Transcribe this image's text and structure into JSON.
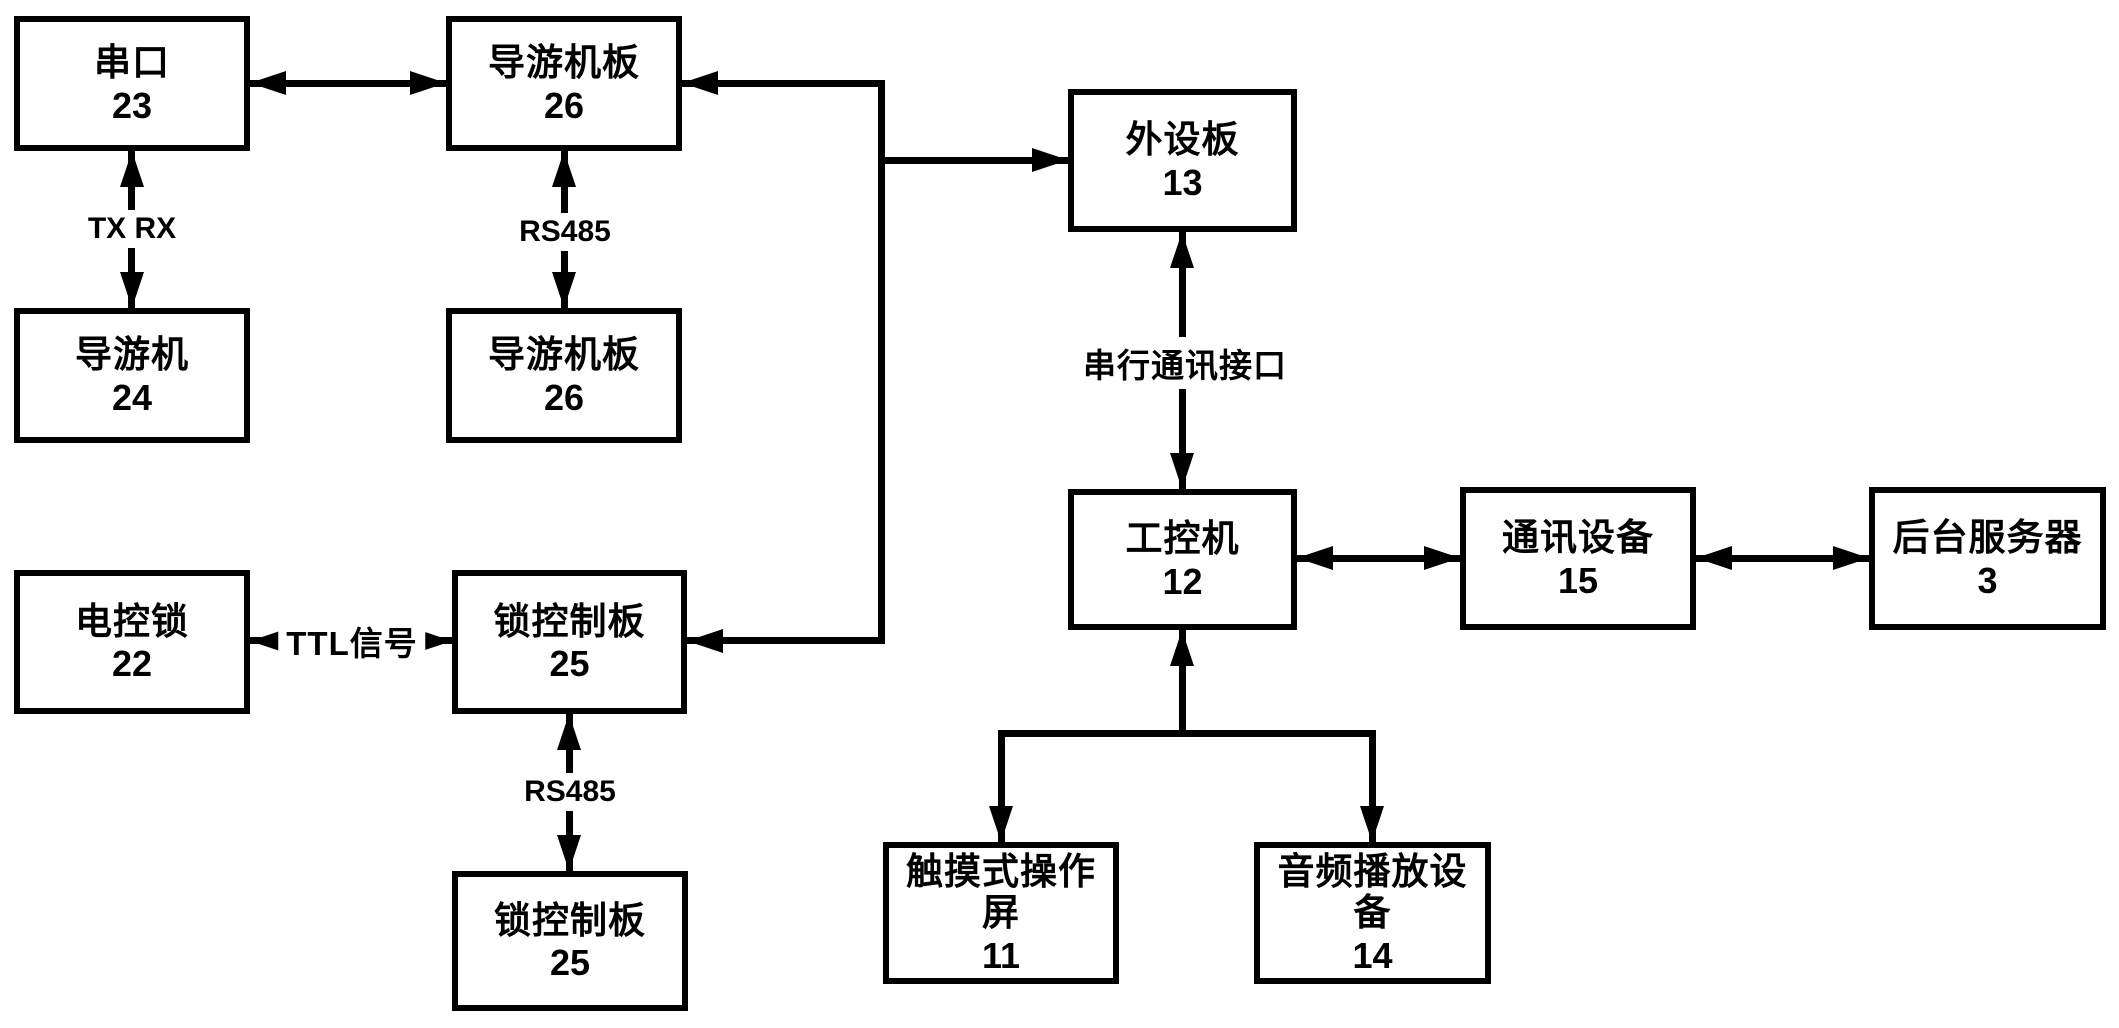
{
  "diagram": {
    "colors": {
      "background": "#ffffff",
      "line": "#000000",
      "text": "#000000"
    },
    "nodes": [
      {
        "id": "serial-port",
        "label": "串口",
        "number": "23"
      },
      {
        "id": "guide-board-top",
        "label": "导游机板",
        "number": "26"
      },
      {
        "id": "guide-device",
        "label": "导游机",
        "number": "24"
      },
      {
        "id": "guide-board-bottom",
        "label": "导游机板",
        "number": "26"
      },
      {
        "id": "electric-lock",
        "label": "电控锁",
        "number": "22"
      },
      {
        "id": "lock-board-top",
        "label": "锁控制板",
        "number": "25"
      },
      {
        "id": "lock-board-bottom",
        "label": "锁控制板",
        "number": "25"
      },
      {
        "id": "peripheral-board",
        "label": "外设板",
        "number": "13"
      },
      {
        "id": "industrial-pc",
        "label": "工控机",
        "number": "12"
      },
      {
        "id": "comm-device",
        "label": "通讯设备",
        "number": "15"
      },
      {
        "id": "backend-server",
        "label": "后台服务器",
        "number": "3"
      },
      {
        "id": "touch-screen",
        "label": "触摸式操作屏",
        "number": "11"
      },
      {
        "id": "audio-player",
        "label": "音频播放设备",
        "number": "14"
      }
    ],
    "edge_labels": {
      "tx_rx": "TX RX",
      "rs485_top": "RS485",
      "rs485_bottom": "RS485",
      "ttl_signal": "TTL信号",
      "serial_comm_interface": "串行通讯接口"
    }
  }
}
